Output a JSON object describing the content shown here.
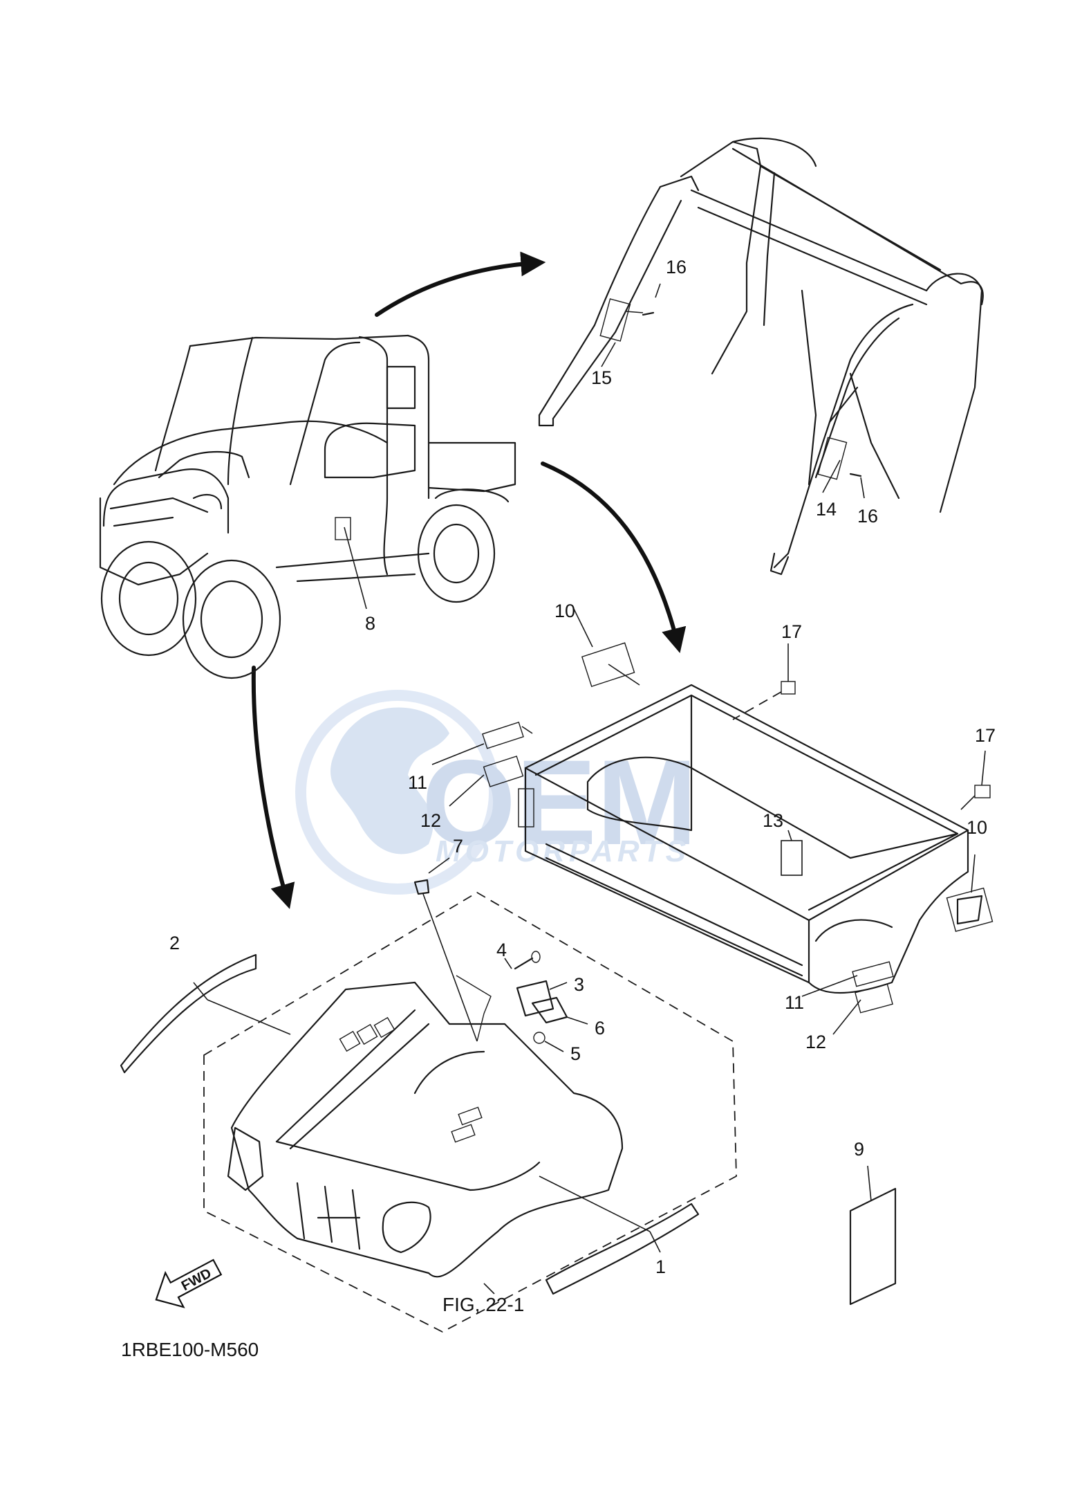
{
  "callouts": {
    "c1": "1",
    "c2": "2",
    "c3": "3",
    "c4": "4",
    "c5": "5",
    "c6": "6",
    "c7": "7",
    "c8": "8",
    "c9": "9",
    "c10a": "10",
    "c10b": "10",
    "c11a": "11",
    "c11b": "11",
    "c12a": "12",
    "c12b": "12",
    "c13": "13",
    "c14": "14",
    "c15": "15",
    "c16a": "16",
    "c16b": "16",
    "c17a": "17",
    "c17b": "17"
  },
  "fig_ref": "FIG, 22-1",
  "diagram_code": "1RBE100-M560",
  "fwd_label": "FWD",
  "watermark": {
    "brand": "OEM",
    "sub": "MOTORPARTS"
  },
  "colors": {
    "line": "#1a1a1a",
    "watermark": "#b9cde8"
  }
}
